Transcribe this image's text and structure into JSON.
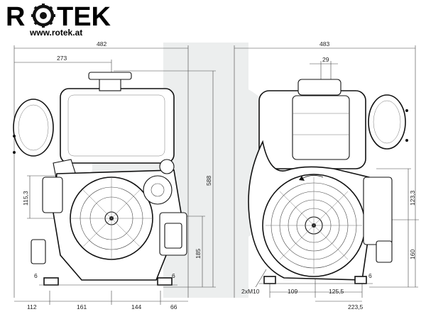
{
  "brand": {
    "name": "RОTEK",
    "letters_before": "R",
    "letters_after": "TEK",
    "url": "www.rotek.at"
  },
  "dimensions": {
    "front": {
      "total_width": "482",
      "left_to_axis": "273",
      "total_height": "588",
      "shaft_to_top_mount": "115,3",
      "foot_height": "185",
      "foot_thickness": "6",
      "base_left": "112",
      "base_mid_left": "161",
      "base_mid_right": "144",
      "base_right": "66"
    },
    "side": {
      "total_width": "483",
      "top_offset": "29",
      "upper_height": "123,3",
      "lower_height": "160",
      "foot_thickness": "6",
      "thread": "2xM10",
      "base_left": "109",
      "base_mid": "125,5",
      "base_total": "223,5"
    }
  }
}
